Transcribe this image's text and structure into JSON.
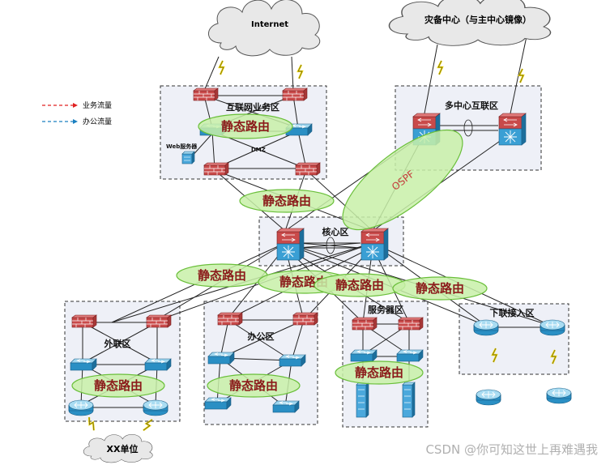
{
  "clouds": {
    "internet": "Internet",
    "disaster": "灾备中心（与主中心镜像）",
    "xx_unit": "XX单位"
  },
  "legend": {
    "business": "业务流量",
    "office": "办公流量",
    "business_color": "#e02020",
    "office_color": "#1a7fc0"
  },
  "zones": {
    "internet_biz": "互联网业务区",
    "multi_center": "多中心互联区",
    "core": "核心区",
    "external": "外联区",
    "office": "办公区",
    "server": "服务器区",
    "downlink": "下联接入区"
  },
  "labels": {
    "web_server": "Web服务器",
    "dmz": "DMZ",
    "ospf": "OSPF"
  },
  "routing": {
    "static": "静态路由"
  },
  "watermark": "CSDN @你可知这世上再难遇我"
}
